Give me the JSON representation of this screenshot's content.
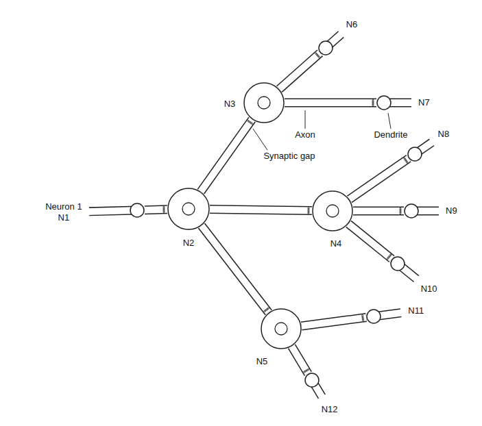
{
  "diagram": {
    "nodes": [
      {
        "text": [
          "Neuron 1",
          "N1"
        ]
      },
      {
        "text": [
          "N2"
        ]
      },
      {
        "text": [
          "N3"
        ]
      },
      {
        "text": [
          "N4"
        ]
      },
      {
        "text": [
          "N5"
        ]
      },
      {
        "text": [
          "N6"
        ]
      },
      {
        "text": [
          "N7"
        ]
      },
      {
        "text": [
          "N8"
        ]
      },
      {
        "text": [
          "N9"
        ]
      },
      {
        "text": [
          "N10"
        ]
      },
      {
        "text": [
          "N11"
        ]
      },
      {
        "text": [
          "N12"
        ]
      }
    ],
    "edges": [
      {
        "from": 0,
        "to": 1,
        "arrow": "none"
      },
      {
        "from": 1,
        "to": 2,
        "arrow": "none"
      },
      {
        "from": 1,
        "to": 3,
        "arrow": "none"
      },
      {
        "from": 1,
        "to": 4,
        "arrow": "none"
      },
      {
        "from": 2,
        "to": 5,
        "arrow": "none"
      },
      {
        "from": 2,
        "to": 6,
        "arrow": "none"
      },
      {
        "from": 3,
        "to": 7,
        "arrow": "none"
      },
      {
        "from": 3,
        "to": 8,
        "arrow": "none"
      },
      {
        "from": 3,
        "to": 9,
        "arrow": "none"
      },
      {
        "from": 4,
        "to": 10,
        "arrow": "none"
      },
      {
        "from": 4,
        "to": 11,
        "arrow": "none"
      }
    ],
    "labels": [
      "Axon",
      "Dendrite",
      "Synaptic gap"
    ]
  }
}
